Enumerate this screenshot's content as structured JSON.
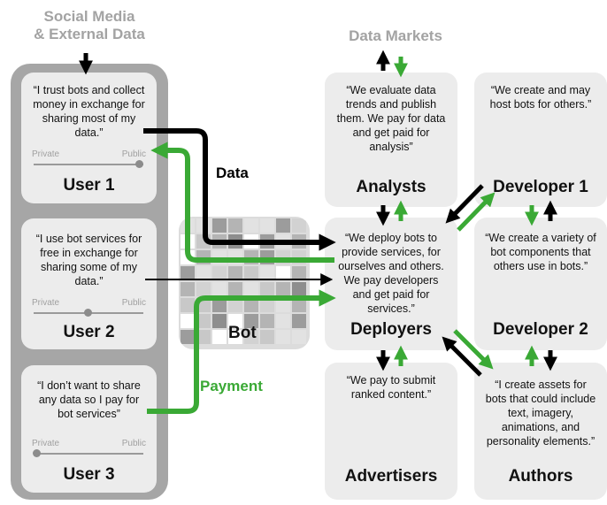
{
  "headers": {
    "social": [
      "Social Media",
      "& External Data"
    ],
    "markets": "Data Markets"
  },
  "users": [
    {
      "quote": "“I trust bots and collect money in exchange for sharing most of my data.”",
      "title": "User 1",
      "private": "Private",
      "public": "Public",
      "level": 1.0
    },
    {
      "quote": "“I use bot services for free in exchange for sharing some of my data.”",
      "title": "User 2",
      "private": "Private",
      "public": "Public",
      "level": 0.5
    },
    {
      "quote": "“I don’t want to share any data so I pay for bot services”",
      "title": "User 3",
      "private": "Private",
      "public": "Public",
      "level": 0.0
    }
  ],
  "roles": {
    "analysts": {
      "quote": "“We evaluate data trends and publish them. We pay for data and get paid for analysis”",
      "title": "Analysts"
    },
    "developer1": {
      "quote": "“We create and may host bots for others.”",
      "title": "Developer 1"
    },
    "deployers": {
      "quote": "“We deploy bots to provide services, for ourselves and others. We pay developers and get paid for services.”",
      "title": "Deployers"
    },
    "developer2": {
      "quote": "“We create a variety of bot components that others use in bots.”",
      "title": "Developer 2"
    },
    "advertisers": {
      "quote": "“We pay to submit ranked content.”",
      "title": "Advertisers"
    },
    "authors": {
      "quote": "“I create assets for bots that could include text, imagery, animations, and personality elements.”",
      "title": "Authors"
    }
  },
  "bot": {
    "label": "Bot"
  },
  "flows": {
    "data": "Data",
    "payment": "Payment"
  },
  "colors": {
    "data": "#000000",
    "payment": "#3aa935",
    "panel": "#a6a6a6",
    "card": "#ececec",
    "header": "#a3a3a3"
  }
}
